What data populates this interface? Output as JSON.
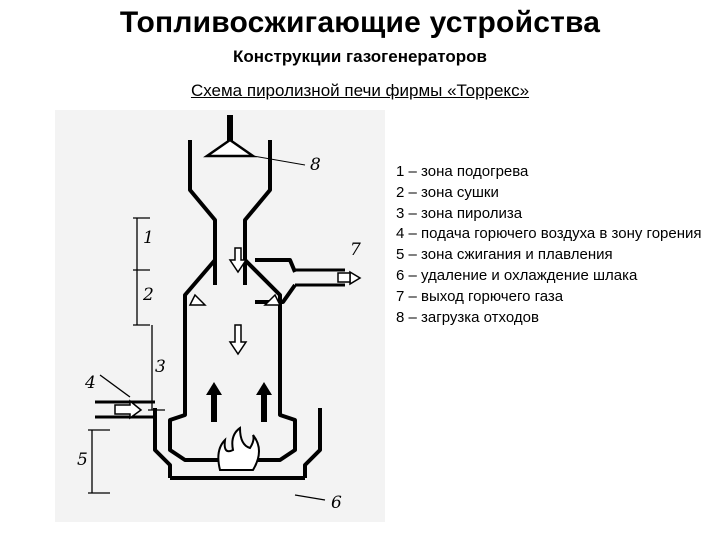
{
  "header": {
    "title": "Топливосжигающие устройства",
    "subtitle": "Конструкции газогенераторов",
    "caption": "Схема пиролизной печи фирмы «Торрекс»"
  },
  "diagram": {
    "labels": [
      "1",
      "2",
      "3",
      "4",
      "5",
      "6",
      "7",
      "8"
    ]
  },
  "legend": {
    "items": [
      "1 – зона подогрева",
      "2 – зона сушки",
      "3 – зона пиролиза",
      "4 – подача горючего воздуха в зону горения",
      "5 – зона сжигания и плавления",
      "6 – удаление и охлаждение шлака",
      "7 – выход горючего газа",
      "8 – загрузка отходов"
    ]
  }
}
